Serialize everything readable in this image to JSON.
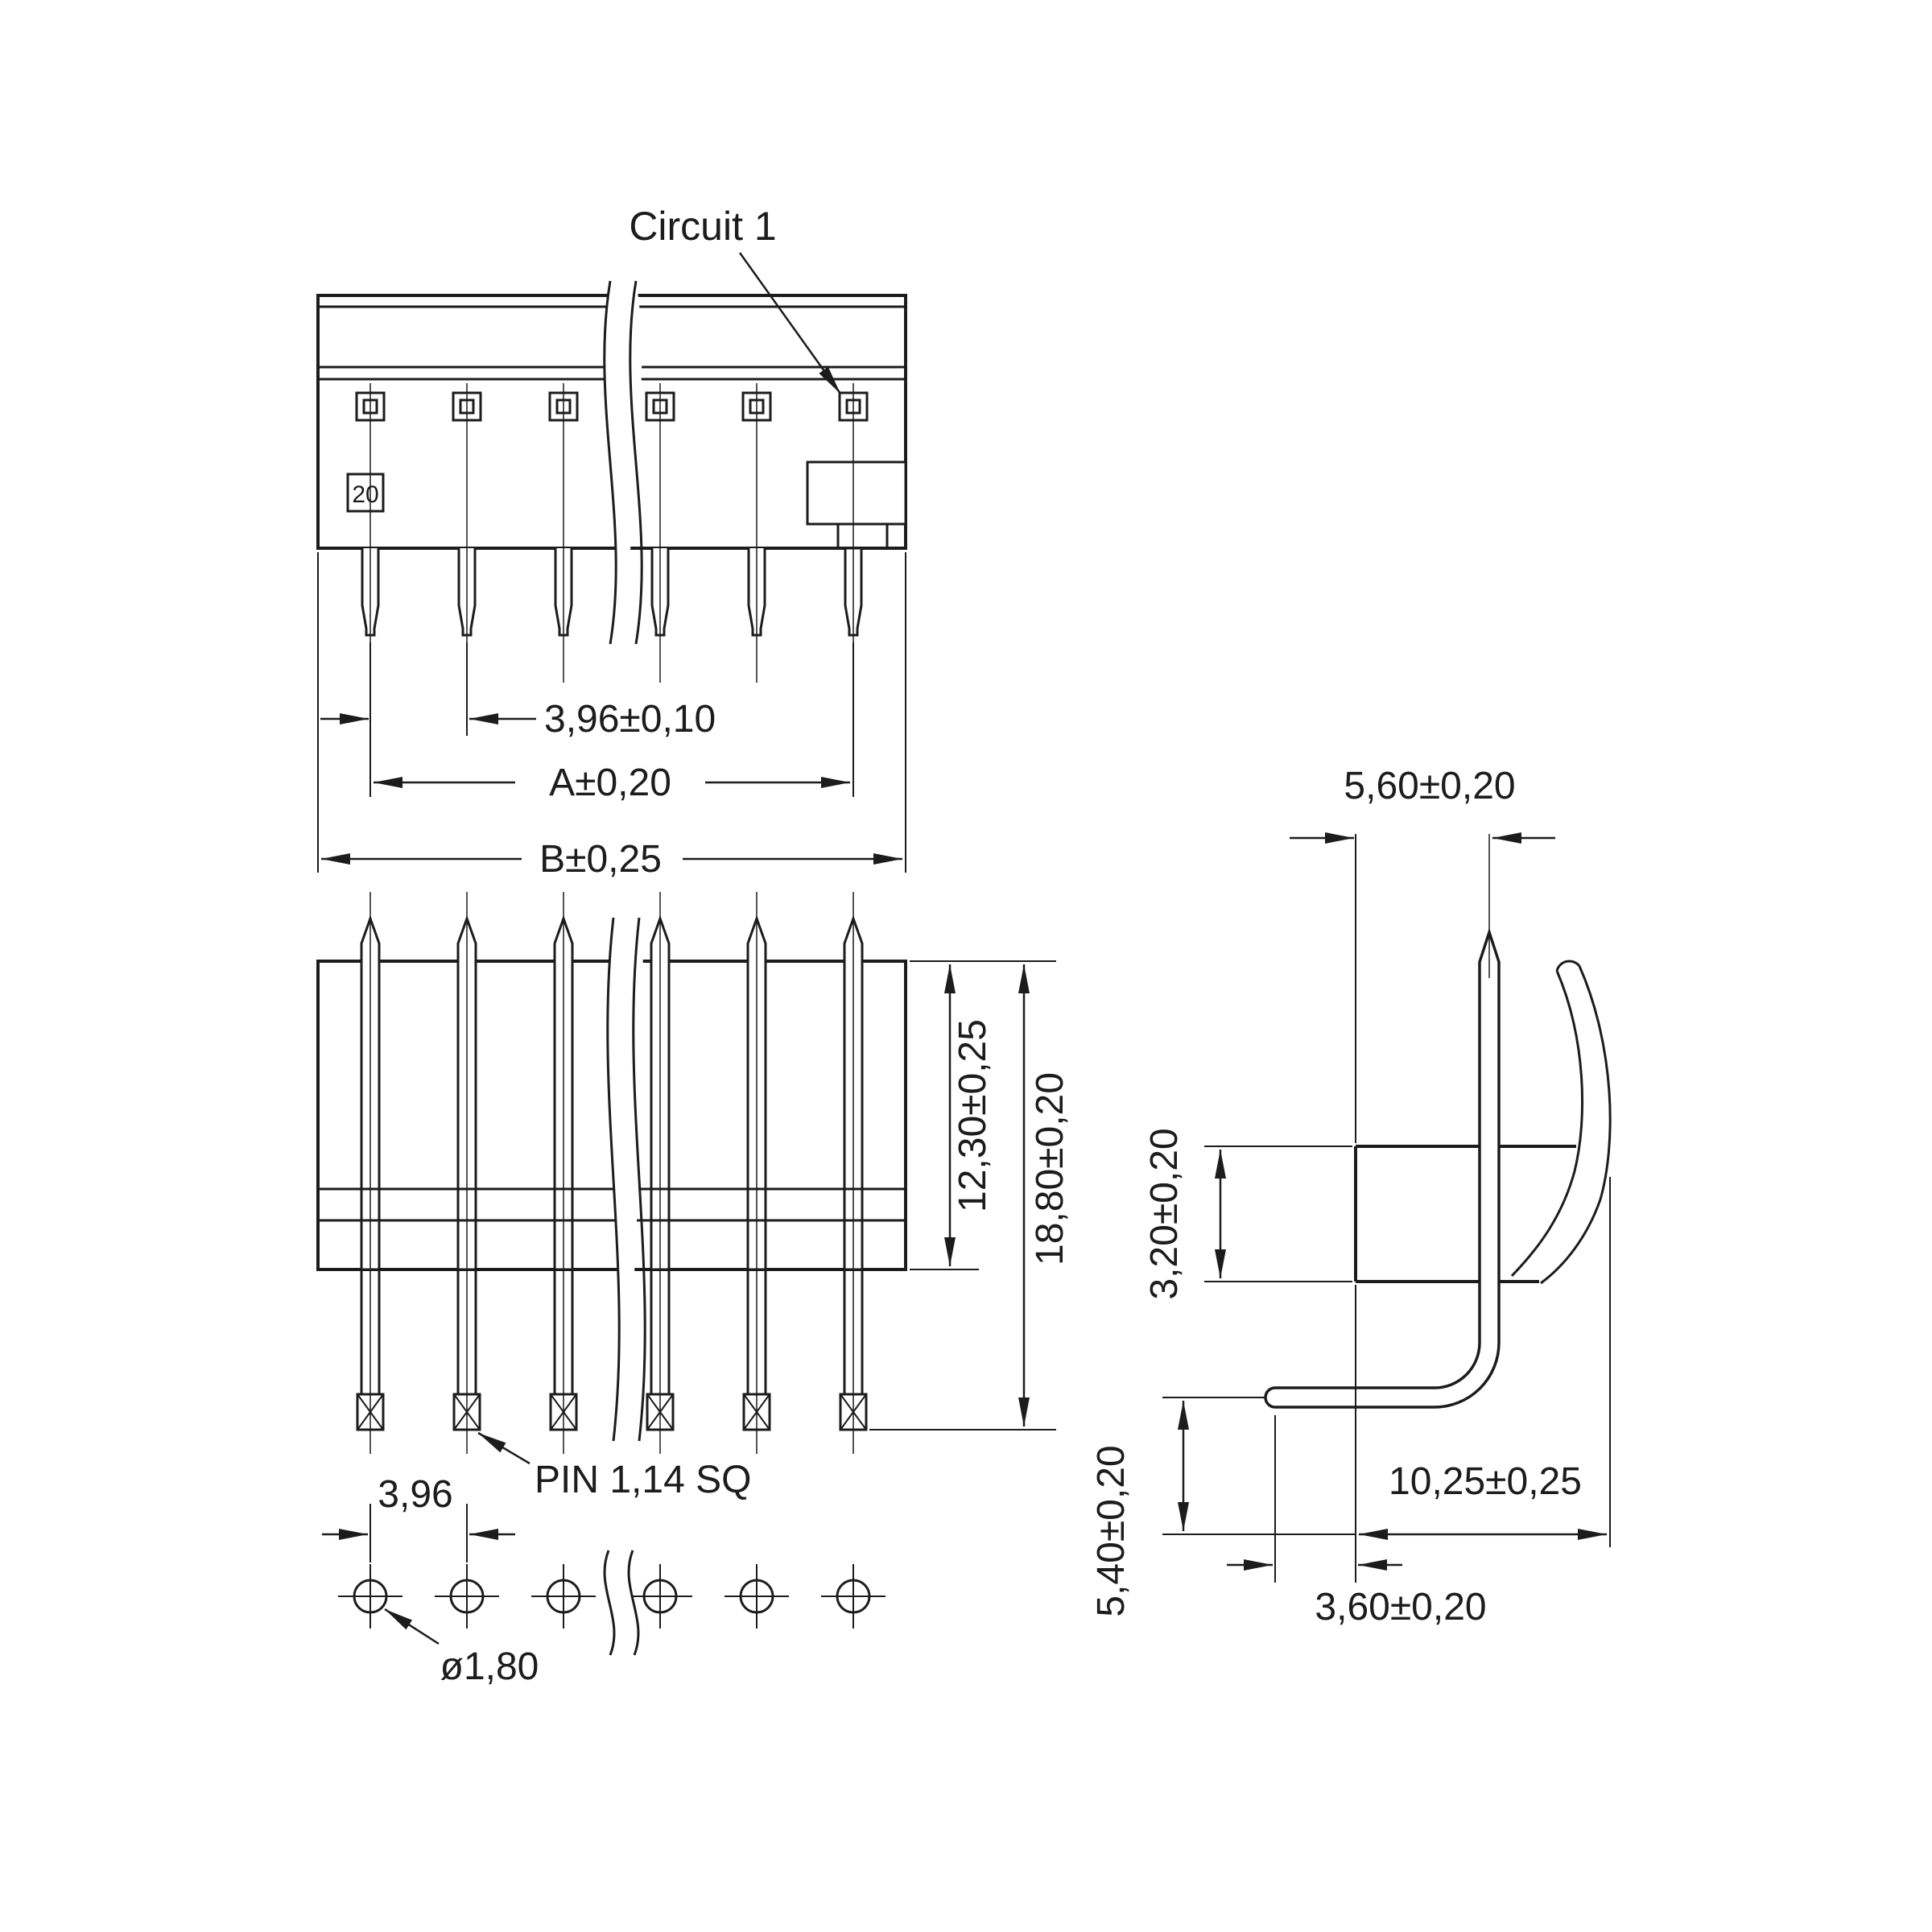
{
  "drawing": {
    "type": "connector dimensional drawing",
    "colors": {
      "line": "#1c1c1c",
      "background": "#ffffff"
    }
  },
  "labels": {
    "circuit1": "Circuit 1",
    "pitch_top": "3,96±0,10",
    "dim_a": "A±0,20",
    "dim_b": "B±0,25",
    "body_height": "12,30±0,25",
    "overall_height": "18,80±0,20",
    "pin_offset_top": "5,60±0,20",
    "body_thickness": "3,20±0,20",
    "pin_square": "PIN 1,14 SQ",
    "pitch_bottom": "3,96",
    "hole_diameter": "ø1,80",
    "horizontal_pin_length": "10,25±0,25",
    "below_board": "5,40±0,20",
    "tip_to_face": "3,60±0,20",
    "marking": "20"
  }
}
